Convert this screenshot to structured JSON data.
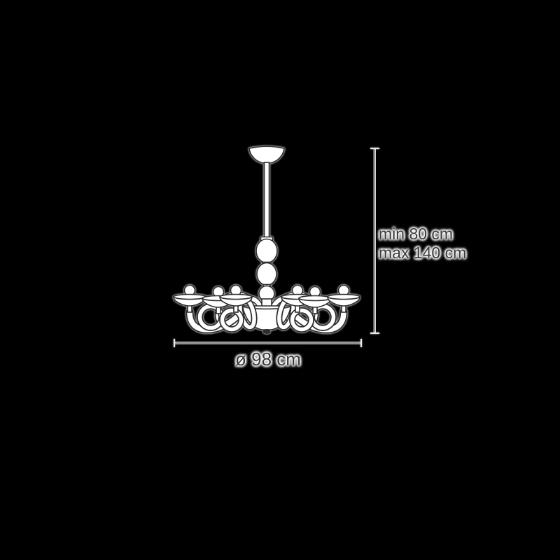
{
  "figure": {
    "type": "dimension-diagram",
    "subject": "chandelier",
    "height_min_label": "min 80 cm",
    "height_max_label": "max 140 cm",
    "diameter_label": "ø 98 cm"
  },
  "colors": {
    "background": "#000000",
    "drawing_stroke": "#2d2d2d",
    "drawing_fill": "#ffffff",
    "dimension_line": "#9a9a9a",
    "label_text": "#3a3a3a",
    "halo": "#ffffff"
  }
}
